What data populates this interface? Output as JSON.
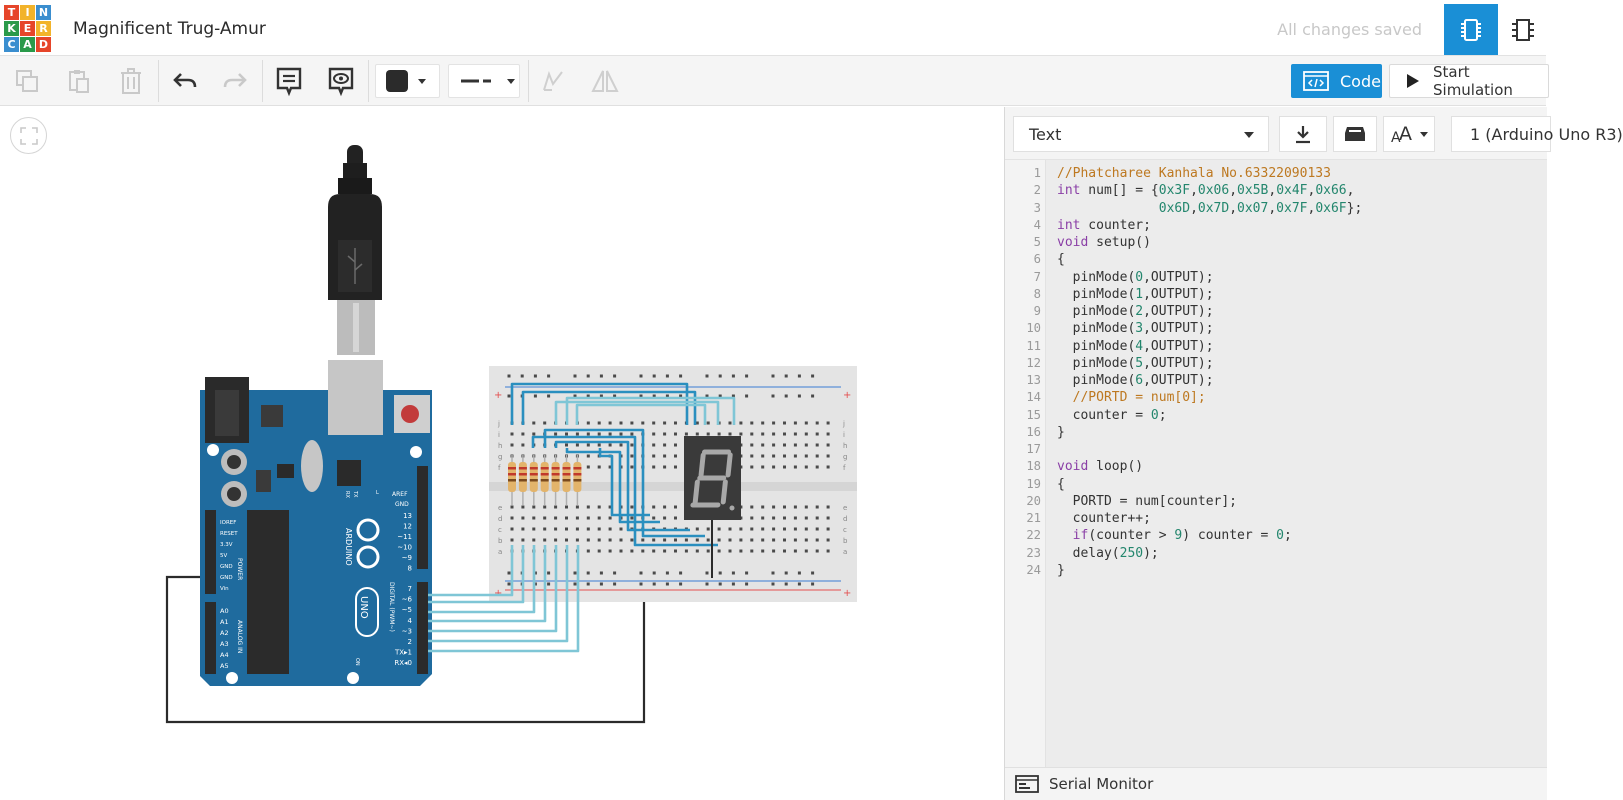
{
  "app": {
    "logo_letters": [
      "T",
      "I",
      "N",
      "K",
      "E",
      "R",
      "C",
      "A",
      "D"
    ],
    "logo_colors": [
      "#e6452a",
      "#f2b32a",
      "#3a8ecf",
      "#2a9a4a",
      "#e6452a",
      "#f2b32a",
      "#3a8ecf",
      "#2a9a4a",
      "#e6452a"
    ],
    "project_title": "Magnificent Trug-Amur",
    "save_status": "All changes saved",
    "accent_color": "#1a8fd6"
  },
  "toolbar": {
    "copy_icon": "copy-icon",
    "paste_icon": "paste-icon",
    "delete_icon": "trash-icon",
    "undo_icon": "undo-icon",
    "redo_icon": "redo-icon",
    "notes_icon": "notes-icon",
    "visibility_icon": "eye-icon",
    "wire_color": "#2b2b2b",
    "code_label": "Code",
    "start_simulation_label": "Start Simulation"
  },
  "code_panel": {
    "mode": "Text",
    "device": "1 (Arduino Uno R3)",
    "serial_monitor_label": "Serial Monitor",
    "lines": [
      [
        {
          "t": "//Phatcharee Kanhala No.63322090133",
          "c": "com"
        }
      ],
      [
        {
          "t": "int",
          "c": "kw"
        },
        {
          "t": " num[] = {",
          "c": "fn"
        },
        {
          "t": "0x3F",
          "c": "num"
        },
        {
          "t": ",",
          "c": "fn"
        },
        {
          "t": "0x06",
          "c": "num"
        },
        {
          "t": ",",
          "c": "fn"
        },
        {
          "t": "0x5B",
          "c": "num"
        },
        {
          "t": ",",
          "c": "fn"
        },
        {
          "t": "0x4F",
          "c": "num"
        },
        {
          "t": ",",
          "c": "fn"
        },
        {
          "t": "0x66",
          "c": "num"
        },
        {
          "t": ",",
          "c": "fn"
        }
      ],
      [
        {
          "t": "             ",
          "c": "fn"
        },
        {
          "t": "0x6D",
          "c": "num"
        },
        {
          "t": ",",
          "c": "fn"
        },
        {
          "t": "0x7D",
          "c": "num"
        },
        {
          "t": ",",
          "c": "fn"
        },
        {
          "t": "0x07",
          "c": "num"
        },
        {
          "t": ",",
          "c": "fn"
        },
        {
          "t": "0x7F",
          "c": "num"
        },
        {
          "t": ",",
          "c": "fn"
        },
        {
          "t": "0x6F",
          "c": "num"
        },
        {
          "t": "};",
          "c": "fn"
        }
      ],
      [
        {
          "t": "int",
          "c": "kw"
        },
        {
          "t": " counter;",
          "c": "fn"
        }
      ],
      [
        {
          "t": "void",
          "c": "kw"
        },
        {
          "t": " setup()",
          "c": "fn"
        }
      ],
      [
        {
          "t": "{",
          "c": "fn"
        }
      ],
      [
        {
          "t": "  pinMode(",
          "c": "fn"
        },
        {
          "t": "0",
          "c": "num"
        },
        {
          "t": ",OUTPUT);",
          "c": "fn"
        }
      ],
      [
        {
          "t": "  pinMode(",
          "c": "fn"
        },
        {
          "t": "1",
          "c": "num"
        },
        {
          "t": ",OUTPUT);",
          "c": "fn"
        }
      ],
      [
        {
          "t": "  pinMode(",
          "c": "fn"
        },
        {
          "t": "2",
          "c": "num"
        },
        {
          "t": ",OUTPUT);",
          "c": "fn"
        }
      ],
      [
        {
          "t": "  pinMode(",
          "c": "fn"
        },
        {
          "t": "3",
          "c": "num"
        },
        {
          "t": ",OUTPUT);",
          "c": "fn"
        }
      ],
      [
        {
          "t": "  pinMode(",
          "c": "fn"
        },
        {
          "t": "4",
          "c": "num"
        },
        {
          "t": ",OUTPUT);",
          "c": "fn"
        }
      ],
      [
        {
          "t": "  pinMode(",
          "c": "fn"
        },
        {
          "t": "5",
          "c": "num"
        },
        {
          "t": ",OUTPUT);",
          "c": "fn"
        }
      ],
      [
        {
          "t": "  pinMode(",
          "c": "fn"
        },
        {
          "t": "6",
          "c": "num"
        },
        {
          "t": ",OUTPUT);",
          "c": "fn"
        }
      ],
      [
        {
          "t": "  //PORTD = num[0];",
          "c": "com"
        }
      ],
      [
        {
          "t": "  counter = ",
          "c": "fn"
        },
        {
          "t": "0",
          "c": "num"
        },
        {
          "t": ";",
          "c": "fn"
        }
      ],
      [
        {
          "t": "}",
          "c": "fn"
        }
      ],
      [],
      [
        {
          "t": "void",
          "c": "kw"
        },
        {
          "t": " loop()",
          "c": "fn"
        }
      ],
      [
        {
          "t": "{",
          "c": "fn"
        }
      ],
      [
        {
          "t": "  PORTD = num[counter];",
          "c": "fn"
        }
      ],
      [
        {
          "t": "  counter++;",
          "c": "fn"
        }
      ],
      [
        {
          "t": "  ",
          "c": "fn"
        },
        {
          "t": "if",
          "c": "kw"
        },
        {
          "t": "(counter > ",
          "c": "fn"
        },
        {
          "t": "9",
          "c": "num"
        },
        {
          "t": ") counter = ",
          "c": "fn"
        },
        {
          "t": "0",
          "c": "num"
        },
        {
          "t": ";",
          "c": "fn"
        }
      ],
      [
        {
          "t": "  delay(",
          "c": "fn"
        },
        {
          "t": "250",
          "c": "num"
        },
        {
          "t": ");",
          "c": "fn"
        }
      ],
      [
        {
          "t": "}",
          "c": "fn"
        }
      ]
    ]
  },
  "circuit": {
    "board_labels": {
      "brand": "ARDUINO",
      "model": "UNO",
      "digital": "DIGITAL (PWM~)",
      "analog": "ANALOG IN",
      "power": "POWER",
      "on": "ON",
      "tx": "TX",
      "rx": "RX",
      "l": "L",
      "aref": "AREF",
      "gnd": "GND",
      "pins_digital_top": [
        "13",
        "12",
        "~11",
        "~10",
        "~9",
        "8"
      ],
      "pins_digital_bottom": [
        "7",
        "~6",
        "~5",
        "4",
        "~3",
        "2",
        "TX▸1",
        "RX◂0"
      ],
      "pins_power": [
        "IOREF",
        "RESET",
        "3.3V",
        "5V",
        "GND",
        "GND",
        "Vin"
      ],
      "pins_analog": [
        "A0",
        "A1",
        "A2",
        "A3",
        "A4",
        "A5"
      ]
    },
    "breadboard_row_letters_top": [
      "j",
      "i",
      "h",
      "g",
      "f"
    ],
    "breadboard_row_letters_bottom": [
      "e",
      "d",
      "c",
      "b",
      "a"
    ],
    "display_digit": "8",
    "wire_color_blue": "#2a8fbf",
    "wire_color_light": "#7fc6d6",
    "wire_color_black": "#2b2b2b"
  }
}
